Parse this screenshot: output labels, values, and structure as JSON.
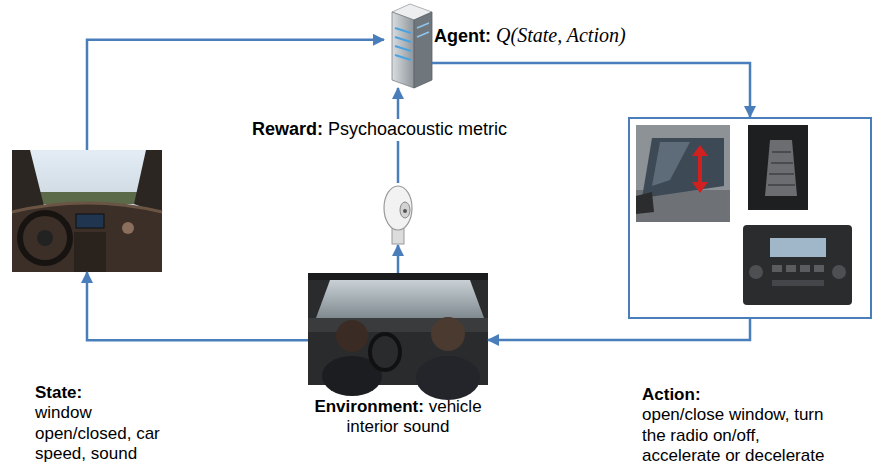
{
  "diagram": {
    "nodes": [
      {
        "text": [
          "Agent:",
          "Q(State, Action)"
        ]
      },
      {
        "text": [
          "State:",
          "window open/closed, car speed, sound"
        ]
      },
      {
        "text": [
          "Action:",
          "open/close window, turn the radio on/off, accelerate or decelerate"
        ]
      },
      {
        "text": [
          "Reward:",
          "Psychoacoustic metric"
        ]
      },
      {
        "text": [
          "Environment:",
          "vehicle interior sound"
        ]
      }
    ],
    "edges": [
      {
        "from": 1,
        "to": 0,
        "arrow": "to"
      },
      {
        "from": 0,
        "to": 2,
        "arrow": "to"
      },
      {
        "from": 2,
        "to": 4,
        "arrow": "to"
      },
      {
        "from": 4,
        "to": 1,
        "arrow": "to"
      },
      {
        "from": 4,
        "to": 3,
        "arrow": "to"
      },
      {
        "from": 3,
        "to": 0,
        "arrow": "to"
      }
    ]
  }
}
